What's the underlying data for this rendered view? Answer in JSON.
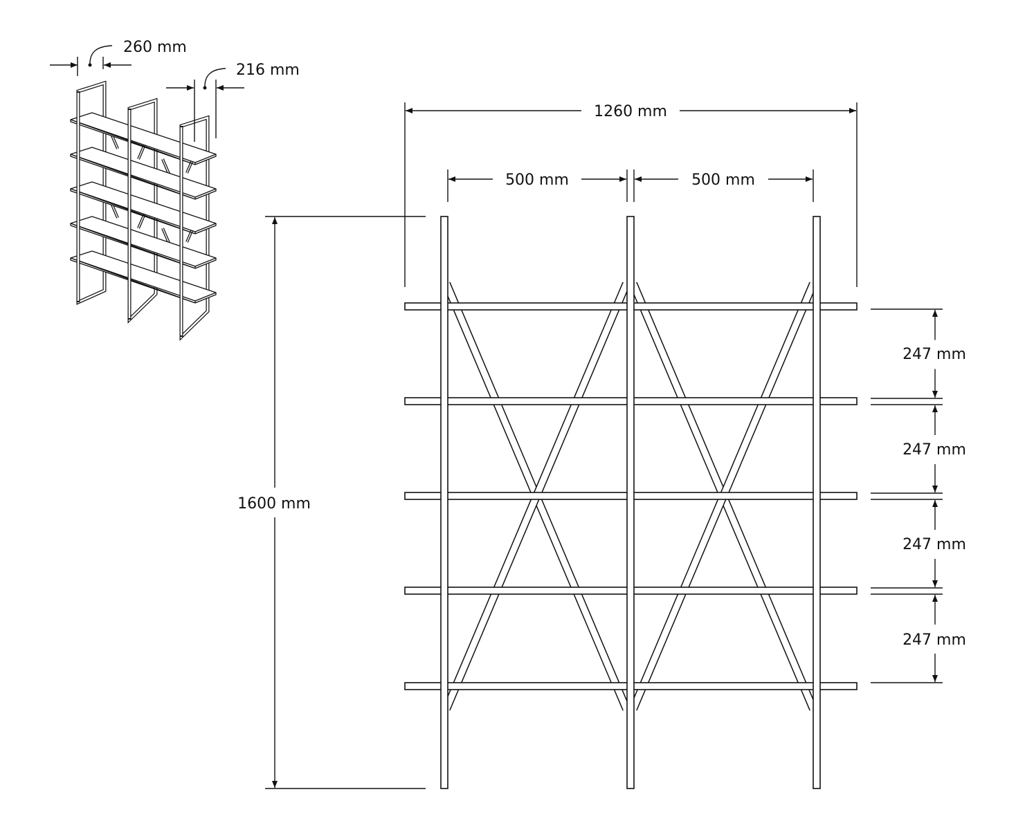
{
  "isometric_view": {
    "depth_label": "260 mm",
    "shelf_depth_label": "216 mm"
  },
  "front_view": {
    "total_width_label": "1260 mm",
    "bay_width_labels": [
      "500 mm",
      "500 mm"
    ],
    "height_label": "1600 mm",
    "shelf_spacing_labels": [
      "247 mm",
      "247 mm",
      "247 mm",
      "247 mm"
    ],
    "shelf_count": 5,
    "post_count": 3
  }
}
